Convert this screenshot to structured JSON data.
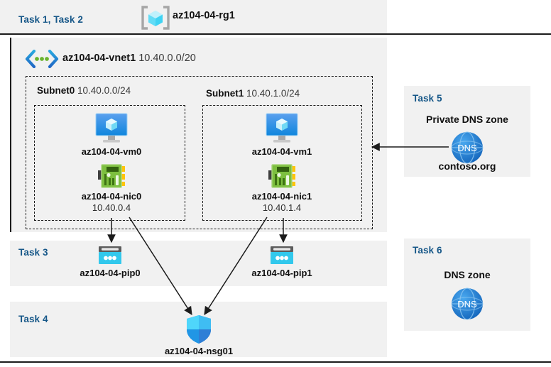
{
  "resource_group": {
    "task_label": "Task 1, Task 2",
    "name": "az104-04-rg1",
    "icon": "resource-group-cube-icon"
  },
  "vnet": {
    "name": "az104-04-vnet1",
    "cidr": "10.40.0.0/20",
    "icon": "virtual-network-icon"
  },
  "subnets": [
    {
      "name": "Subnet0",
      "cidr": "10.40.0.0/24",
      "vm": {
        "name": "az104-04-vm0",
        "icon": "virtual-machine-icon"
      },
      "nic": {
        "name": "az104-04-nic0",
        "ip": "10.40.0.4",
        "icon": "network-interface-icon"
      }
    },
    {
      "name": "Subnet1",
      "cidr": "10.40.1.0/24",
      "vm": {
        "name": "az104-04-vm1",
        "icon": "virtual-machine-icon"
      },
      "nic": {
        "name": "az104-04-nic1",
        "ip": "10.40.1.4",
        "icon": "network-interface-icon"
      }
    }
  ],
  "public_ips": {
    "task_label": "Task 3",
    "items": [
      {
        "name": "az104-04-pip0",
        "icon": "public-ip-address-icon"
      },
      {
        "name": "az104-04-pip1",
        "icon": "public-ip-address-icon"
      }
    ]
  },
  "nsg": {
    "task_label": "Task 4",
    "name": "az104-04-nsg01",
    "icon": "network-security-group-shield-icon"
  },
  "private_dns_zone": {
    "task_label": "Task 5",
    "title": "Private DNS zone",
    "zone_name": "contoso.org",
    "icon": "dns-zone-globe-icon",
    "icon_text": "DNS"
  },
  "dns_zone": {
    "task_label": "Task 6",
    "title": "DNS zone",
    "icon": "dns-zone-globe-icon",
    "icon_text": "DNS"
  },
  "colors": {
    "task_label": "#165788",
    "panel_background": "#f1f1f1",
    "page_background": "#ffffff",
    "rule": "#1b1b1b",
    "azure_blue": "#0078d4",
    "dns_blue": "#1e7fd4",
    "nic_green": "#6bb434",
    "pip_cyan": "#32c8ec",
    "text": "#101010"
  }
}
